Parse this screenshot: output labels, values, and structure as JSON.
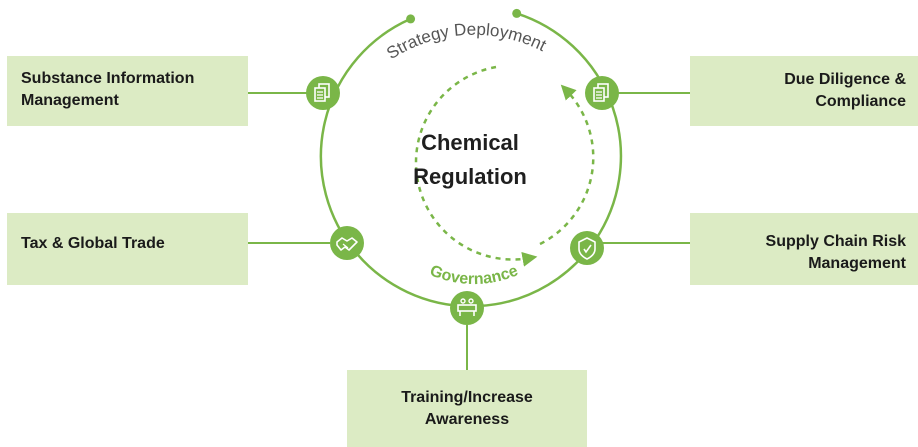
{
  "center": {
    "title_line1": "Chemical",
    "title_line2": "Regulation"
  },
  "arc_labels": {
    "outer": "Strategy Deployment",
    "inner": "Governance"
  },
  "boxes": {
    "substance": {
      "line1": "Substance Information",
      "line2": "Management"
    },
    "due_diligence": {
      "line1": "Due Diligence &",
      "line2": "Compliance"
    },
    "tax": {
      "line1": "Tax & Global Trade"
    },
    "supply_chain": {
      "line1": "Supply Chain Risk",
      "line2": "Management"
    },
    "training": {
      "line1": "Training/Increase",
      "line2": "Awareness"
    }
  },
  "icons": {
    "substance": "documents-icon",
    "due_diligence": "documents-icon",
    "tax": "handshake-icon",
    "supply_chain": "shield-check-icon",
    "training": "meeting-table-icon"
  },
  "colors": {
    "green": "#7ab648",
    "box": "#dcebc4",
    "text": "#1a1a1a"
  }
}
